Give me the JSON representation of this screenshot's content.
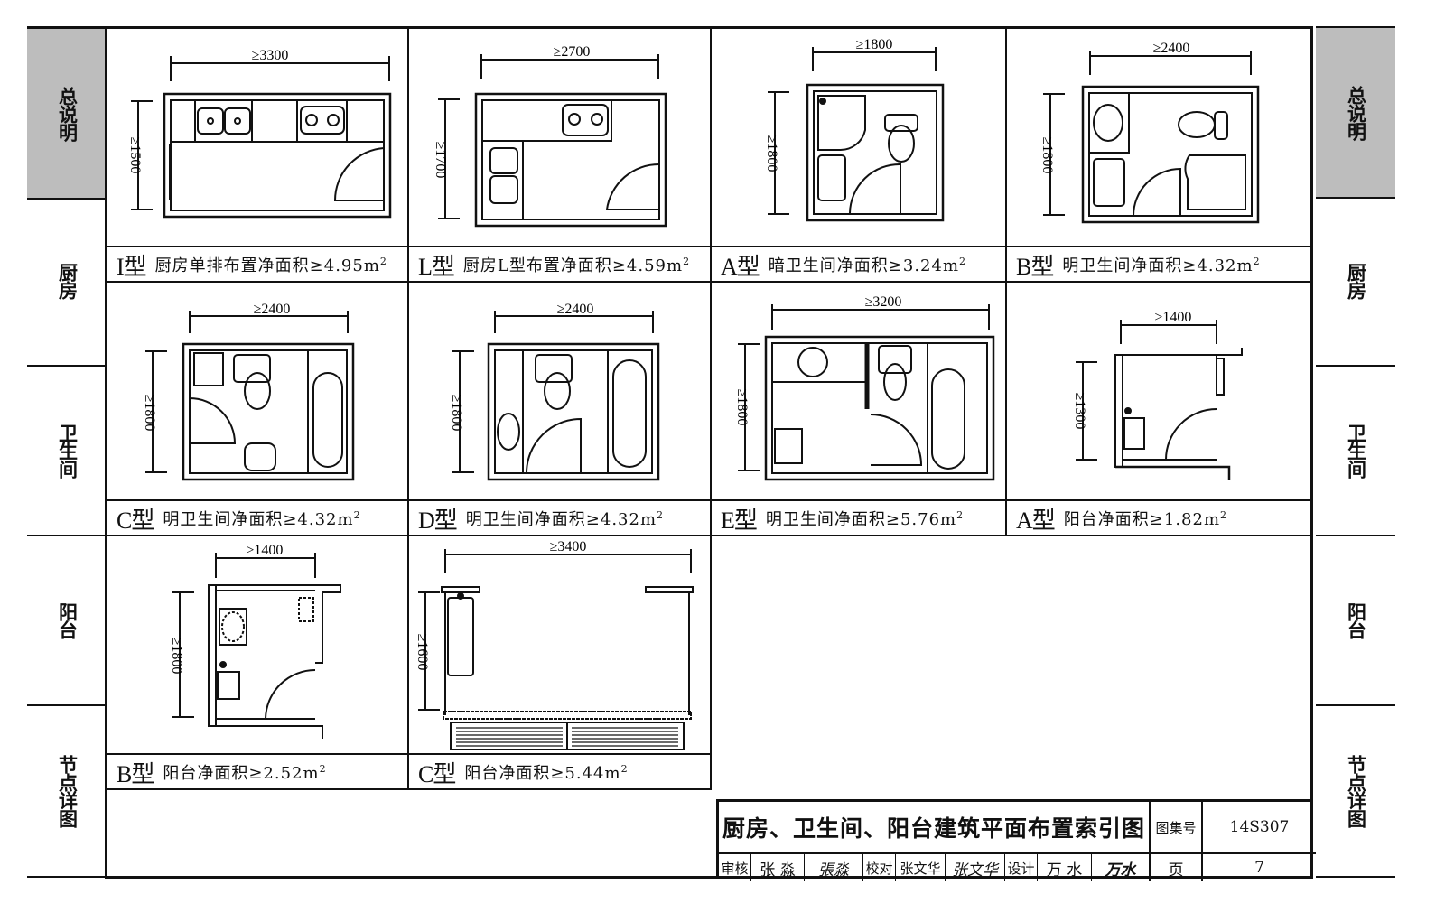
{
  "side_tabs": [
    {
      "label": "总说明",
      "active": true
    },
    {
      "label": "厨房",
      "active": false
    },
    {
      "label": "卫生间",
      "active": false
    },
    {
      "label": "阳台",
      "active": false
    },
    {
      "label": "节点详图",
      "active": false
    }
  ],
  "plans": [
    {
      "id": "kitchen-i",
      "type": "I型",
      "desc": "厨房单排布置净面积≥4.95m",
      "width_dim": "≥3300",
      "depth_dim": "≥1500"
    },
    {
      "id": "kitchen-l",
      "type": "L型",
      "desc": "厨房L型布置净面积≥4.59m",
      "width_dim": "≥2700",
      "depth_dim": "≥1700"
    },
    {
      "id": "bath-a",
      "type": "A型",
      "desc": "暗卫生间净面积≥3.24m",
      "width_dim": "≥1800",
      "depth_dim": "≥1800"
    },
    {
      "id": "bath-b",
      "type": "B型",
      "desc": "明卫生间净面积≥4.32m",
      "width_dim": "≥2400",
      "depth_dim": "≥1800"
    },
    {
      "id": "bath-c",
      "type": "C型",
      "desc": "明卫生间净面积≥4.32m",
      "width_dim": "≥2400",
      "depth_dim": "≥1800"
    },
    {
      "id": "bath-d",
      "type": "D型",
      "desc": "明卫生间净面积≥4.32m",
      "width_dim": "≥2400",
      "depth_dim": "≥1800"
    },
    {
      "id": "bath-e",
      "type": "E型",
      "desc": "明卫生间净面积≥5.76m",
      "width_dim": "≥3200",
      "depth_dim": "≥1800"
    },
    {
      "id": "balcony-a",
      "type": "A型",
      "desc": "阳台净面积≥1.82m",
      "width_dim": "≥1400",
      "depth_dim": "≥1300"
    },
    {
      "id": "balcony-b",
      "type": "B型",
      "desc": "阳台净面积≥2.52m",
      "width_dim": "≥1400",
      "depth_dim": "≥1800"
    },
    {
      "id": "balcony-c",
      "type": "C型",
      "desc": "阳台净面积≥5.44m",
      "width_dim": "≥3400",
      "depth_dim": "≥1600"
    }
  ],
  "area_unit_sup": "2",
  "title_block": {
    "title": "厨房、卫生间、阳台建筑平面布置索引图",
    "atlas_label": "图集号",
    "atlas_no": "14S307",
    "review_label": "审核",
    "review_name": "张 淼",
    "review_sig": "張淼",
    "check_label": "校对",
    "check_name": "张文华",
    "check_sig": "张文华",
    "design_label": "设计",
    "design_name": "万 水",
    "design_sig": "万水",
    "page_label": "页",
    "page_no": "7"
  }
}
